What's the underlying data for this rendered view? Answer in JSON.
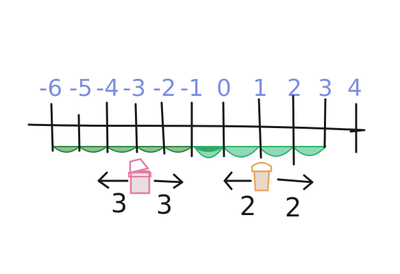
{
  "number_line": {
    "labels": [
      "-6",
      "-5",
      "-4",
      "-3",
      "-2",
      "-1",
      "0",
      "1",
      "2",
      "3",
      "4"
    ],
    "label_color": "#7b8fe0",
    "axis_color": "#1a1a1a"
  },
  "left_group": {
    "fill": "#8fbe98",
    "stroke": "#2f8a3f",
    "bucket_fill": "#e9dde0",
    "bucket_stroke": "#e27aa6",
    "left_count": "3",
    "right_count": "3"
  },
  "right_group": {
    "fill": "#8ed9b6",
    "stroke": "#2fb36a",
    "bucket_fill": "#e8d8cc",
    "bucket_stroke": "#e7a85e",
    "left_count": "2",
    "right_count": "2"
  }
}
